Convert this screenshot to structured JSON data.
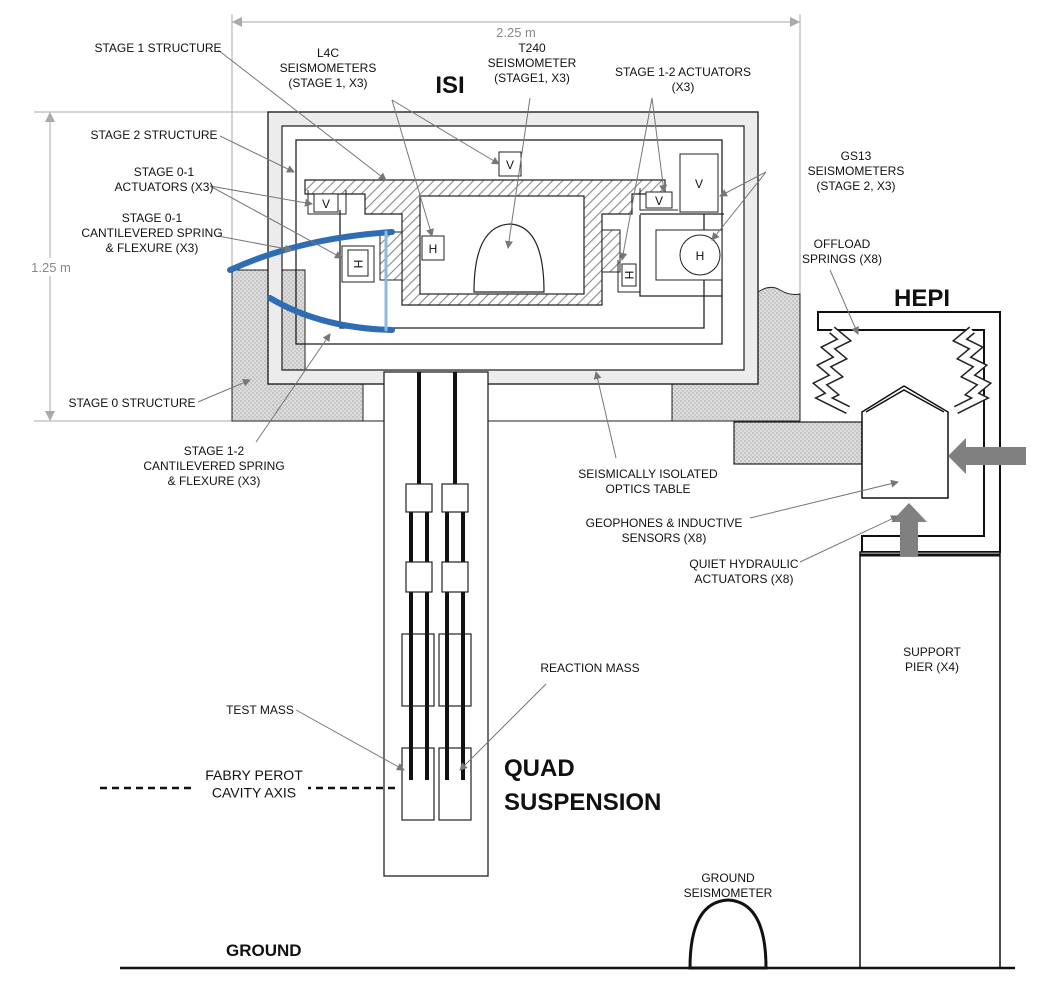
{
  "titles": {
    "isi": "ISI",
    "hepi": "HEPI",
    "quad": [
      "QUAD",
      "SUSPENSION"
    ],
    "ground": "GROUND"
  },
  "dimensions": {
    "width": "2.25 m",
    "height": "1.25 m"
  },
  "labels": {
    "stage1_structure": [
      "STAGE 1 STRUCTURE"
    ],
    "l4c": [
      "L4C",
      "SEISMOMETERS",
      "(STAGE 1, X3)"
    ],
    "t240": [
      "T240",
      "SEISMOMETER",
      "(STAGE1, X3)"
    ],
    "stage12_actuators": [
      "STAGE 1-2 ACTUATORS",
      "(X3)"
    ],
    "stage2_structure": [
      "STAGE 2 STRUCTURE"
    ],
    "stage01_actuators": [
      "STAGE 0-1",
      "ACTUATORS (X3)"
    ],
    "stage01_spring": [
      "STAGE 0-1",
      "CANTILEVERED SPRING",
      "& FLEXURE (X3)"
    ],
    "gs13": [
      "GS13",
      "SEISMOMETERS",
      "(STAGE 2, X3)"
    ],
    "offload": [
      "OFFLOAD",
      "SPRINGS (X8)"
    ],
    "stage0_structure": [
      "STAGE 0 STRUCTURE"
    ],
    "stage12_spring": [
      "STAGE 1-2",
      "CANTILEVERED SPRING",
      "& FLEXURE (X3)"
    ],
    "optics_table": [
      "SEISMICALLY ISOLATED",
      "OPTICS TABLE"
    ],
    "geophones": [
      "GEOPHONES & INDUCTIVE",
      "SENSORS (X8)"
    ],
    "hydraulic": [
      "QUIET HYDRAULIC",
      "ACTUATORS (X8)"
    ],
    "support_pier": [
      "SUPPORT",
      "PIER (X4)"
    ],
    "reaction_mass": [
      "REACTION MASS"
    ],
    "test_mass": [
      "TEST MASS"
    ],
    "fabry_perot": [
      "FABRY PEROT",
      "CAVITY AXIS"
    ],
    "ground_seismometer": [
      "GROUND",
      "SEISMOMETER"
    ]
  },
  "sensor_letters": {
    "vertical": "V",
    "horizontal": "H"
  },
  "colors": {
    "spring_blue": "#2e6db4",
    "flexure_light_blue": "#8fb8e0",
    "stipple_gray": "#d6d6d6",
    "panel_gray": "#ececec",
    "arrow_gray": "#808080",
    "leader_gray": "#777777",
    "dimension_gray": "#aaaaaa"
  }
}
